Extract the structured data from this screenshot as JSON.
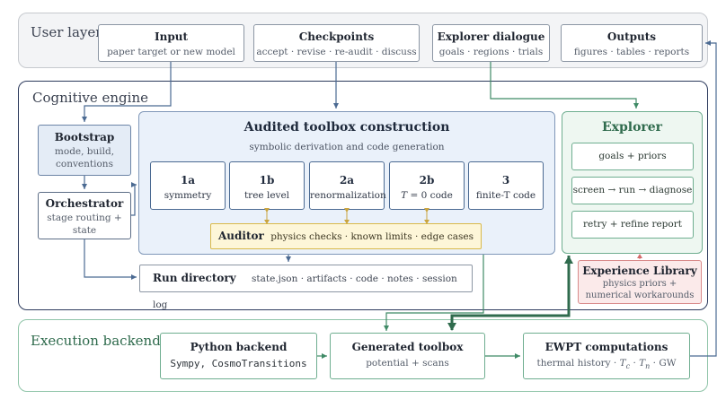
{
  "user_layer": {
    "title": "User layer",
    "input": {
      "title": "Input",
      "sub": "paper target or new model"
    },
    "checkpoints": {
      "title": "Checkpoints",
      "sub": "accept · revise · re-audit · discuss"
    },
    "explorer_dialogue": {
      "title": "Explorer dialogue",
      "sub": "goals · regions · trials"
    },
    "outputs": {
      "title": "Outputs",
      "sub": "figures · tables · reports"
    }
  },
  "cognitive_engine": {
    "title": "Cognitive engine",
    "bootstrap": {
      "title": "Bootstrap",
      "sub": "mode, build, conventions"
    },
    "orchestrator": {
      "title": "Orchestrator",
      "sub": "stage routing + state"
    },
    "toolbox": {
      "title": "Audited toolbox construction",
      "sub": "symbolic derivation and code generation",
      "steps": [
        {
          "num": "1a",
          "label": "symmetry"
        },
        {
          "num": "1b",
          "label": "tree level"
        },
        {
          "num": "2a",
          "label": "renormalization"
        },
        {
          "num": "2b",
          "label_prefix": "T",
          "label": "= 0 code"
        },
        {
          "num": "3",
          "label": "finite-T code"
        }
      ],
      "auditor": {
        "title": "Auditor",
        "sub": "physics checks · known limits · edge cases"
      }
    },
    "run_directory": {
      "title": "Run directory",
      "sub": "state.json · artifacts · code · notes · session log"
    },
    "explorer": {
      "title": "Explorer",
      "items": [
        "goals + priors",
        "screen → run → diagnose",
        "retry + refine report"
      ]
    },
    "experience_library": {
      "title": "Experience Library",
      "sub": "physics priors + numerical workarounds"
    }
  },
  "execution_backend": {
    "title": "Execution backend",
    "python": {
      "title": "Python backend",
      "sub": "Sympy, CosmoTransitions"
    },
    "generated": {
      "title": "Generated toolbox",
      "sub": "potential + scans"
    },
    "ewpt": {
      "title": "EWPT computations",
      "sub_prefix": "thermal history ·",
      "tc": "T",
      "tc_sub": "c",
      "tn": "T",
      "tn_sub": "n",
      "gw": "· GW"
    }
  },
  "colors": {
    "user_layer_bg": "#f3f4f6",
    "cognitive_border": "#2c3a5c",
    "toolbox_bg": "#eaf1fa",
    "explorer_bg": "#eef7f1",
    "auditor_bg": "#fdf6d8",
    "experience_bg": "#fbeaea",
    "blue_wire": "#4b6a92",
    "green_wire": "#3f8a66",
    "dark_green_wire": "#2f6b4d"
  }
}
